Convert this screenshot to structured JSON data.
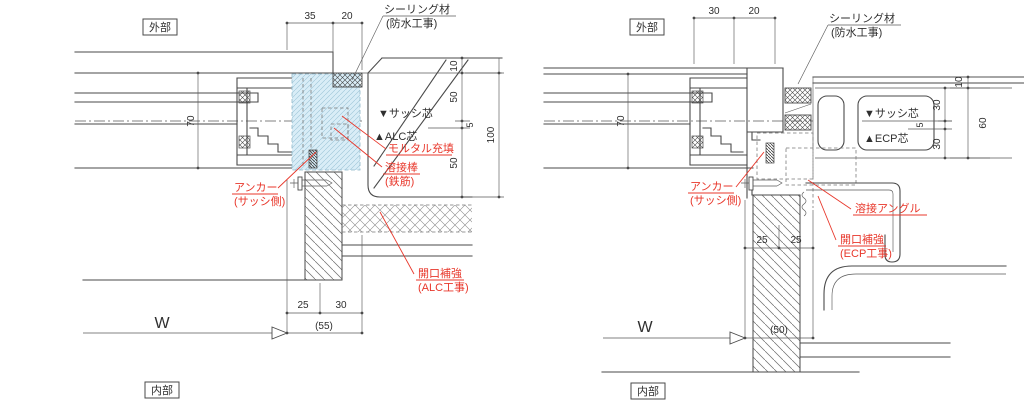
{
  "left": {
    "exterior_label": "外部",
    "interior_label": "内部",
    "sealing_label": "シーリング材",
    "sealing_sub": "(防水工事)",
    "sash_center_label": "▼サッシ芯",
    "panel_center_label": "▲ALC芯",
    "mortar_label": "モルタル充填",
    "weld_rod_label": "溶接棒",
    "weld_rod_sub": "(鉄筋)",
    "anchor_label": "アンカー",
    "anchor_sub": "(サッシ側)",
    "opening_reinf_label": "開口補強",
    "opening_reinf_sub": "(ALC工事)",
    "width_label": "W",
    "dims": {
      "top": [
        "35",
        "20"
      ],
      "height": "70",
      "right": [
        "10",
        "50",
        "5",
        "50",
        "100"
      ],
      "bottom": [
        "25",
        "30",
        "(55)"
      ]
    }
  },
  "right": {
    "exterior_label": "外部",
    "interior_label": "内部",
    "sealing_label": "シーリング材",
    "sealing_sub": "(防水工事)",
    "sash_center_label": "▼サッシ芯",
    "panel_center_label": "▲ECP芯",
    "anchor_label": "アンカー",
    "anchor_sub": "(サッシ側)",
    "weld_angle_label": "溶接アングル",
    "opening_reinf_label": "開口補強",
    "opening_reinf_sub": "(ECP工事)",
    "width_label": "W",
    "dims": {
      "top": [
        "30",
        "20"
      ],
      "height": "70",
      "right": [
        "10",
        "30",
        "5",
        "30",
        "60"
      ],
      "bottom": [
        "25",
        "25",
        "(50)"
      ]
    }
  },
  "colors": {
    "line": "#4a4a4a",
    "annotation_red": "#e8372b",
    "mortar_fill": "#d9edf7"
  }
}
